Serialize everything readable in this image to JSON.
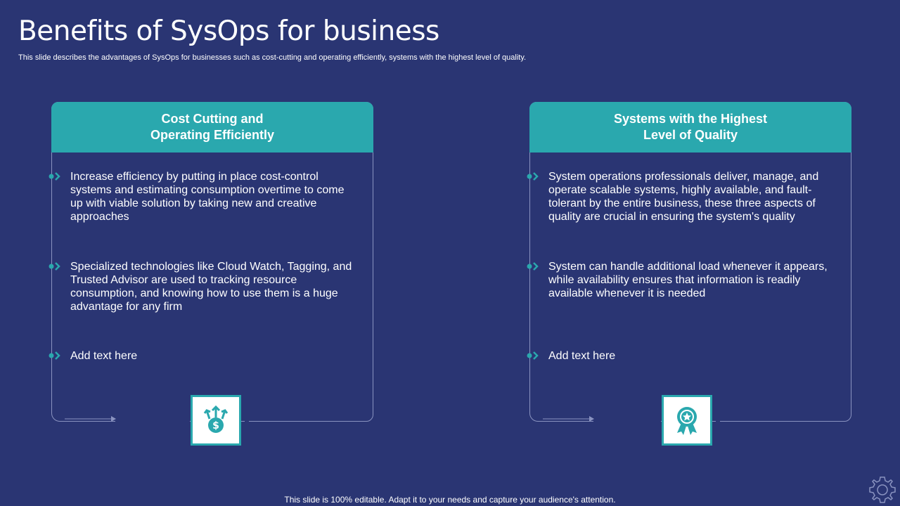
{
  "slide": {
    "title": "Benefits of SysOps for business",
    "subtitle": "This slide describes the advantages of SysOps for businesses such as cost-cutting and operating efficiently, systems with the highest level of quality."
  },
  "cards": [
    {
      "header": "Cost Cutting and\nOperating Efficiently",
      "bullets": [
        "Increase efficiency by putting in place cost-control systems and estimating consumption overtime to come up with viable solution by taking new and creative approaches",
        "Specialized technologies like Cloud Watch, Tagging, and Trusted Advisor are used to tracking resource consumption, and knowing how to use them is a huge advantage for any firm",
        "Add text here"
      ],
      "icon": "money-growth-icon"
    },
    {
      "header": "Systems with the Highest\nLevel of Quality",
      "bullets": [
        "System operations professionals deliver, manage, and operate scalable systems, highly available, and fault-tolerant by the entire business, these three aspects of quality are crucial in ensuring the system's quality",
        "System can handle additional load whenever  it appears, while availability ensures that information is readily available whenever  it is needed",
        "Add text here"
      ],
      "icon": "quality-badge-icon"
    }
  ],
  "footer": "This slide is 100% editable. Adapt it to your needs and capture your audience's attention.",
  "colors": {
    "background": "#2a3573",
    "accent": "#2aa8ae",
    "border": "#8a93c0"
  },
  "corner_icon": "gear-icon"
}
